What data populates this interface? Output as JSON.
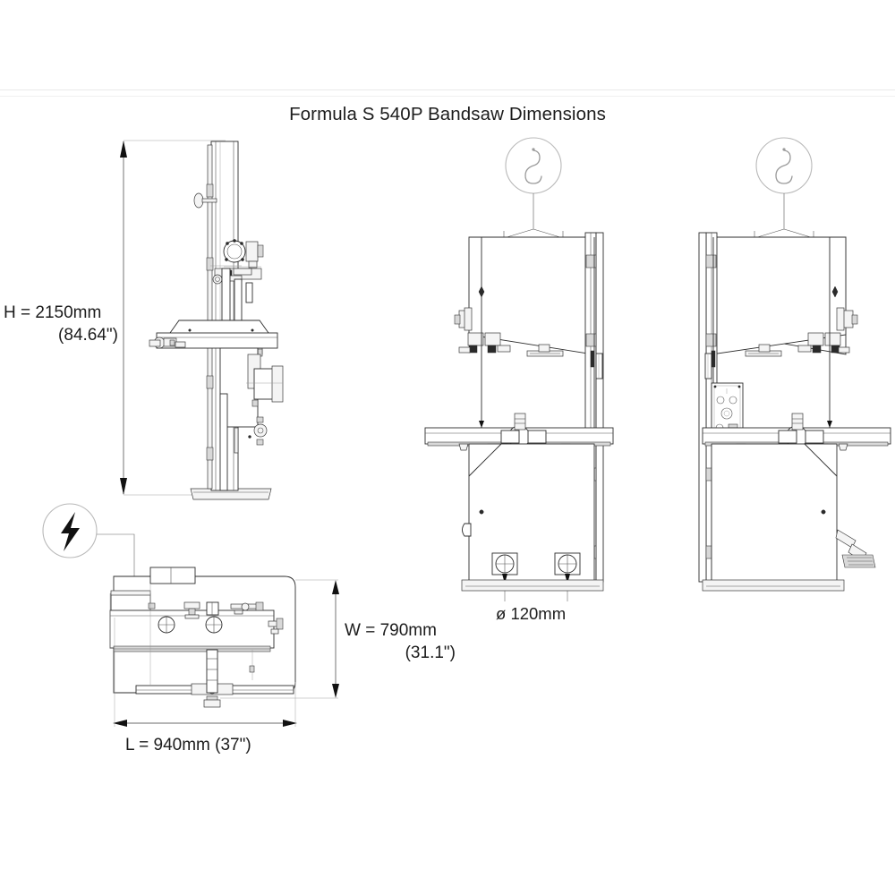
{
  "document": {
    "title": "Formula S 540P Bandsaw Dimensions",
    "type": "technical-dimension-drawing",
    "background_color": "#ffffff",
    "line_color": "#2c2c2c"
  },
  "dimensions": {
    "height": {
      "key": "H",
      "line1": "H = 2150mm",
      "line2": "(84.64\")",
      "value_mm": 2150,
      "value_in": 84.64
    },
    "width": {
      "key": "W",
      "line1": "W = 790mm",
      "line2": "(31.1\")",
      "value_mm": 790,
      "value_in": 31.1
    },
    "length": {
      "key": "L",
      "line1": "L = 940mm (37\")",
      "value_mm": 940,
      "value_in": 37
    },
    "dust_port": {
      "line1": "ø 120mm",
      "value_mm": 120,
      "count": 2
    }
  },
  "icons": {
    "lifting_hook_left": "lifting-hook-icon",
    "lifting_hook_right": "lifting-hook-icon",
    "electrical": "lightning-bolt-icon"
  },
  "views": {
    "side_elevation": {
      "name": "side-elevation-view"
    },
    "front_elevation": {
      "name": "front-elevation-view"
    },
    "rear_elevation": {
      "name": "rear-elevation-view"
    },
    "plan": {
      "name": "plan-top-view"
    }
  }
}
